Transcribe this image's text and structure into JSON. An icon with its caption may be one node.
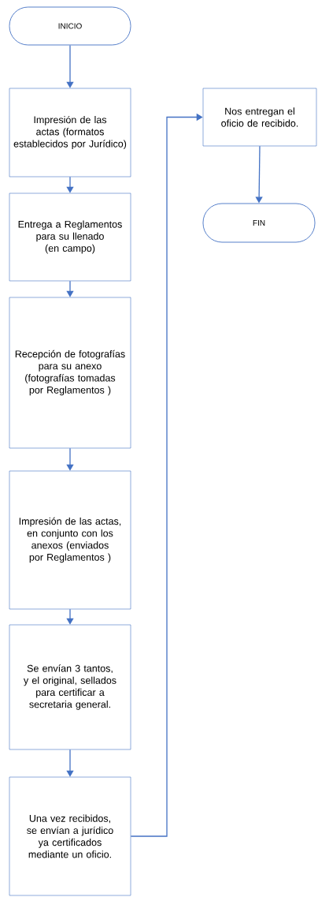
{
  "diagram": {
    "nodes": [
      {
        "text": [
          "INICIO"
        ]
      },
      {
        "text": [
          "Impresión de las actas (formatos establecidos por Jurídico)"
        ]
      },
      {
        "text": [
          "Entrega a Reglamentos para su llenado (en campo)"
        ]
      },
      {
        "text": [
          "Recepción de fotografías para su anexo (fotografías tomadas por Reglamentos )"
        ]
      },
      {
        "text": [
          "Impresión de las actas, en conjunto con los anexos (enviados por Reglamentos )"
        ]
      },
      {
        "text": [
          "Se envían 3 tantos, y el original, sellados para certificar a secretaria general."
        ]
      },
      {
        "text": [
          "Una vez recibidos, se envían a jurídico ya certificados mediante un oficio."
        ]
      },
      {
        "text": [
          "Nos entregan el oficio de recibido."
        ]
      },
      {
        "text": [
          "FIN"
        ]
      }
    ],
    "edges": [
      {
        "from": 0,
        "to": 1,
        "arrow": "to"
      },
      {
        "from": 1,
        "to": 2,
        "arrow": "to"
      },
      {
        "from": 2,
        "to": 3,
        "arrow": "to"
      },
      {
        "from": 3,
        "to": 4,
        "arrow": "to"
      },
      {
        "from": 4,
        "to": 5,
        "arrow": "to"
      },
      {
        "from": 5,
        "to": 6,
        "arrow": "to"
      },
      {
        "from": 6,
        "to": 7,
        "arrow": "to"
      },
      {
        "from": 7,
        "to": 8,
        "arrow": "to"
      }
    ]
  }
}
